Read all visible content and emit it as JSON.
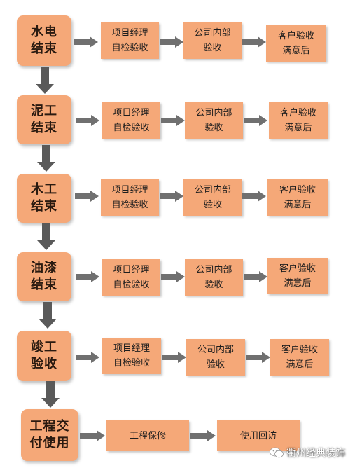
{
  "stages": [
    {
      "line1": "水电",
      "line2": "结束"
    },
    {
      "line1": "泥工",
      "line2": "结束"
    },
    {
      "line1": "木工",
      "line2": "结束"
    },
    {
      "line1": "油漆",
      "line2": "结束"
    },
    {
      "line1": "竣工",
      "line2": "验收"
    },
    {
      "line1": "工程交",
      "line2": "付使用"
    }
  ],
  "steps": {
    "self_check": {
      "line1": "项目经理",
      "line2": "自检验收"
    },
    "internal": {
      "line1": "公司内部",
      "line2": "验收"
    },
    "customer": {
      "line1": "客户验收",
      "line2": "满意后"
    }
  },
  "final_steps": {
    "warranty": "工程保修",
    "follow_up": "使用回访"
  },
  "watermark": "衢州经典装饰",
  "colors": {
    "box_fill": "#f5a878",
    "arrow": "#707070"
  }
}
